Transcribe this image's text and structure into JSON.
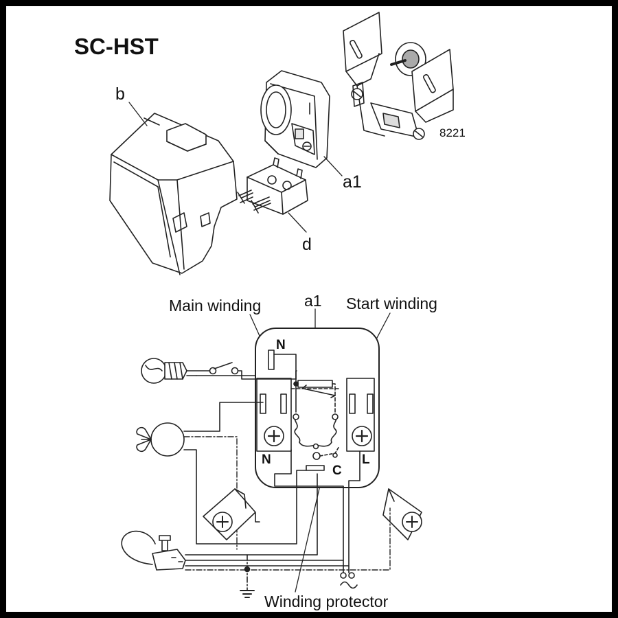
{
  "title": "SC-HST",
  "exploded_view": {
    "labels": {
      "cover": "b",
      "relay": "a1",
      "connector": "d",
      "part_number": "8221"
    }
  },
  "schematic": {
    "labels": {
      "main_winding": "Main winding",
      "a1": "a1",
      "start_winding": "Start winding",
      "winding_protector": "Winding protector"
    },
    "terminals": {
      "n_top": "N",
      "n_left": "N",
      "l_right": "L",
      "c": "C"
    },
    "symbols": {
      "ac": "~",
      "ground": "⏚"
    }
  }
}
